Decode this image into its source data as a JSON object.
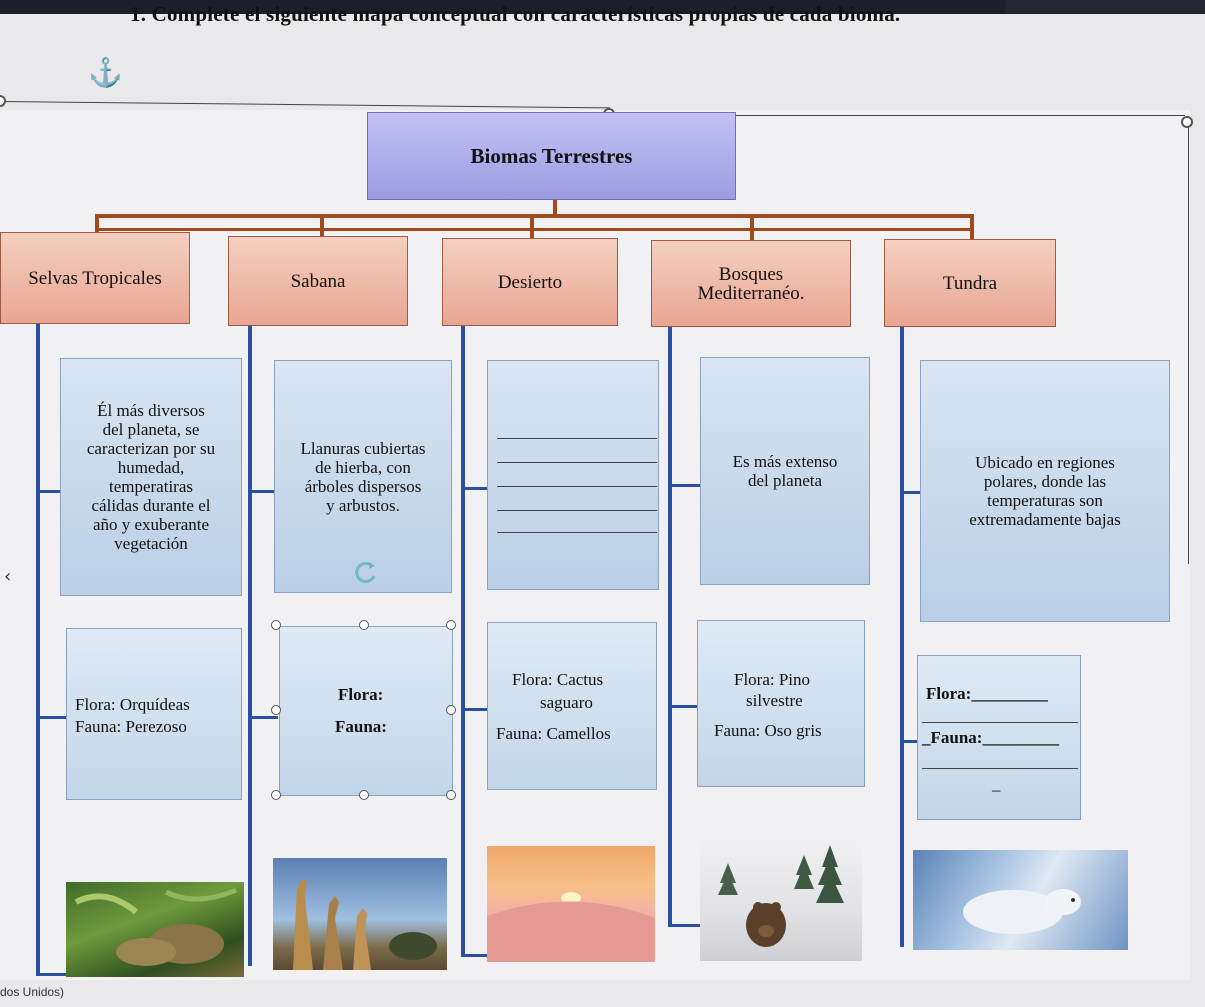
{
  "question": "1. Complete el siguiente mapa conceptual con características propias de cada bioma.",
  "root": "Biomas Terrestres",
  "biomes": [
    {
      "name": "Selvas Tropicales"
    },
    {
      "name": "Sabana"
    },
    {
      "name": "Desierto"
    },
    {
      "name": "Bosques Mediterranéo."
    },
    {
      "name": "Tundra"
    }
  ],
  "descriptions": [
    [
      "Él más diversos",
      "del planeta, se",
      "caracterizan por su",
      "humedad,",
      "temperatiras",
      "cálidas durante el",
      "año y exuberante",
      "vegetación"
    ],
    [
      "Llanuras cubiertas",
      "de hierba, con",
      "árboles dispersos",
      "y arbustos."
    ],
    [],
    [
      "Es más extenso",
      "del planeta"
    ],
    [
      "Ubicado en regiones",
      "polares, donde las",
      "temperaturas son",
      "extremadamente bajas"
    ]
  ],
  "flora_fauna": [
    {
      "flora": "Flora: Orquídeas",
      "fauna": "Fauna: Perezoso"
    },
    {
      "flora": "Flora:",
      "fauna": "Fauna:"
    },
    {
      "flora": "Flora: Cactus",
      "flora2": "saguaro",
      "fauna": "Fauna: Camellos"
    },
    {
      "flora": "Flora: Pino",
      "flora2": "silvestre",
      "fauna": "Fauna: Oso gris"
    },
    {
      "flora": "Flora:_________",
      "fauna": "_Fauna:_________",
      "dash": "–"
    }
  ],
  "status_text": "dos Unidos)",
  "colors": {
    "root_fill": "#b3b3ee",
    "biome_fill": "#efbfae",
    "info_fill": "#c9dbee",
    "connector_brown": "#a14a1c",
    "connector_blue": "#2d4fa2"
  },
  "icons": [
    "anchor-icon",
    "refresh-icon",
    "chevron-left-icon"
  ]
}
